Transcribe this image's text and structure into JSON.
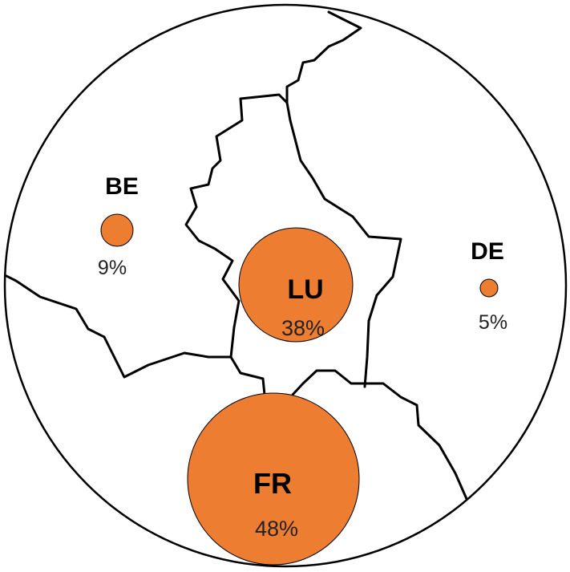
{
  "colors": {
    "bubble": "#ED7D31",
    "border": "#000000",
    "background": "#FFFFFF"
  },
  "countries": [
    {
      "code": "BE",
      "share": 9
    },
    {
      "code": "LU",
      "share": 38
    },
    {
      "code": "DE",
      "share": 5
    },
    {
      "code": "FR",
      "share": 48
    }
  ],
  "labels": {
    "be_code": "BE",
    "be_pct": "9%",
    "lu_code": "LU",
    "lu_pct": "38%",
    "de_code": "DE",
    "de_pct": "5%",
    "fr_code": "FR",
    "fr_pct": "48%"
  }
}
